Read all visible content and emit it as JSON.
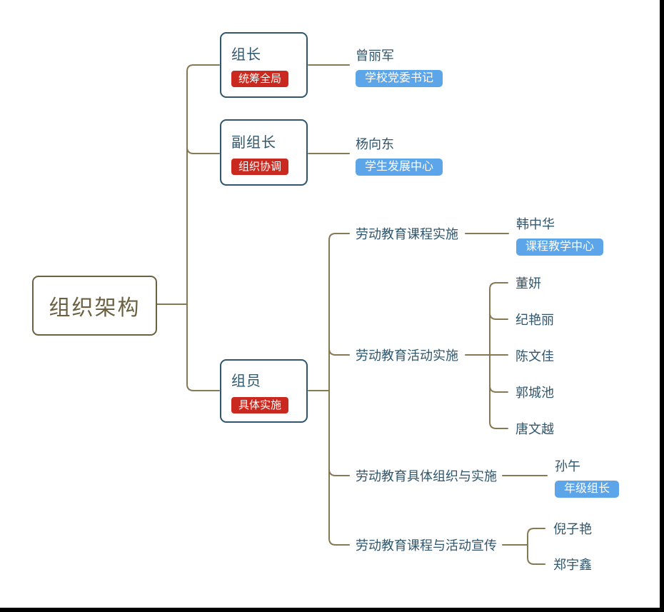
{
  "diagram": {
    "root": {
      "label": "组织架构"
    },
    "branches": [
      {
        "title": "组长",
        "role": "统筹全局",
        "members": [
          {
            "name": "曾丽军",
            "tag": "学校党委书记"
          }
        ]
      },
      {
        "title": "副组长",
        "role": "组织协调",
        "members": [
          {
            "name": "杨向东",
            "tag": "学生发展中心"
          }
        ]
      },
      {
        "title": "组员",
        "role": "具体实施",
        "groups": [
          {
            "label": "劳动教育课程实施",
            "members": [
              {
                "name": "韩中华",
                "tag": "课程教学中心"
              }
            ]
          },
          {
            "label": "劳动教育活动实施",
            "members": [
              {
                "name": "董妍"
              },
              {
                "name": "纪艳丽"
              },
              {
                "name": "陈文佳"
              },
              {
                "name": "郭城池"
              },
              {
                "name": "唐文越"
              }
            ]
          },
          {
            "label": "劳动教育具体组织与实施",
            "members": [
              {
                "name": "孙午",
                "tag": "年级组长"
              }
            ]
          },
          {
            "label": "劳动教育课程与活动宣传",
            "members": [
              {
                "name": "倪子艳"
              },
              {
                "name": "郑宇鑫"
              }
            ]
          }
        ]
      }
    ]
  },
  "colors": {
    "node_border_blue": "#2f566d",
    "node_text_blue": "#2f566d",
    "role_badge_red": "#c9291e",
    "tag_badge_blue": "#5da5e9",
    "badge_text": "#ffffff",
    "root_olive": "#6b6042",
    "connector_olive": "#857852",
    "edge_bar_black": "#000000"
  }
}
